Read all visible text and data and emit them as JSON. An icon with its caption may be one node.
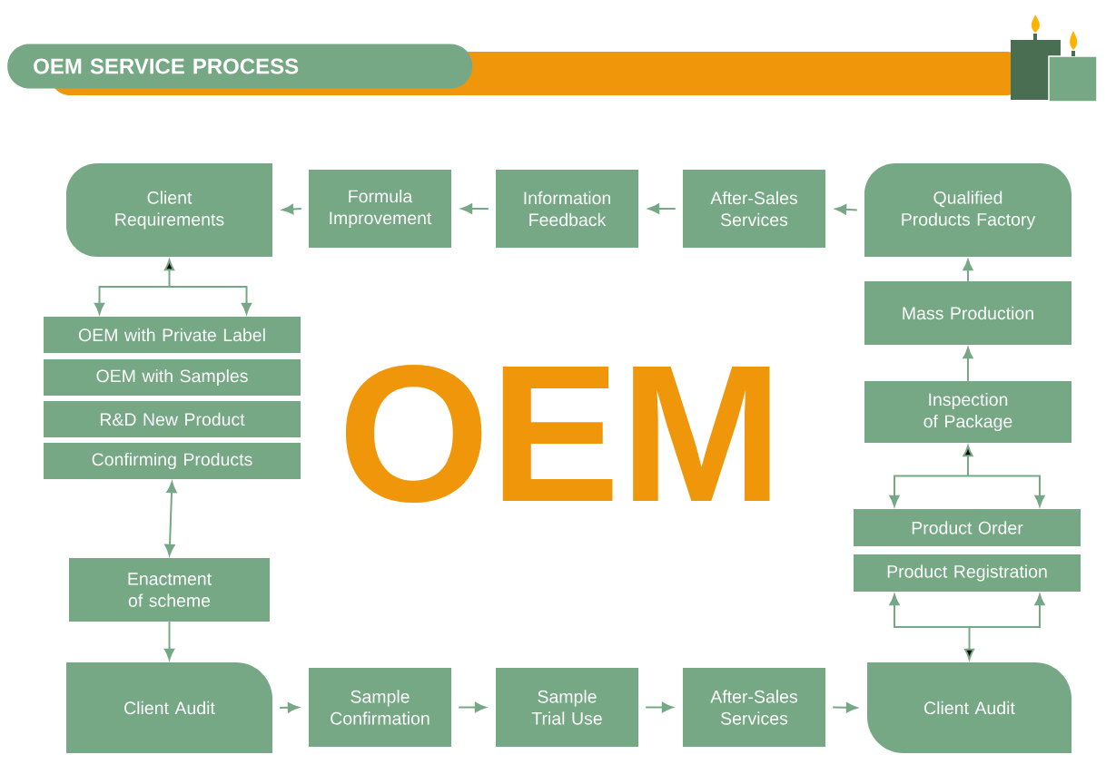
{
  "diagram": {
    "title": "OEM SERVICE PROCESS",
    "nodes": [
      {
        "text": [
          "Client Requirements"
        ]
      },
      {
        "text": [
          "Formula Improvement"
        ]
      },
      {
        "text": [
          "Information Feedback"
        ]
      },
      {
        "text": [
          "After-Sales Services"
        ]
      },
      {
        "text": [
          "Qualified Products Factory"
        ]
      },
      {
        "text": [
          "OEM with Private Label"
        ]
      },
      {
        "text": [
          "OEM with Samples"
        ]
      },
      {
        "text": [
          "R&D New Product"
        ]
      },
      {
        "text": [
          "Confirming Products"
        ]
      },
      {
        "text": [
          "Mass Production"
        ]
      },
      {
        "text": [
          "Inspection of Package"
        ]
      },
      {
        "text": [
          "Product Order"
        ]
      },
      {
        "text": [
          "Product Registration"
        ]
      },
      {
        "text": [
          "Enactment of scheme"
        ]
      },
      {
        "text": [
          "Client Audit"
        ]
      },
      {
        "text": [
          "Sample Confirmation"
        ]
      },
      {
        "text": [
          "Sample Trial Use"
        ]
      },
      {
        "text": [
          "After-Sales Services"
        ]
      },
      {
        "text": [
          "Client Audit"
        ]
      }
    ],
    "edges": [
      {
        "from": 4,
        "to": 3,
        "arrow": "to"
      },
      {
        "from": 3,
        "to": 2,
        "arrow": "to"
      },
      {
        "from": 2,
        "to": 1,
        "arrow": "to"
      },
      {
        "from": 1,
        "to": 0,
        "arrow": "to"
      },
      {
        "from": 0,
        "to": 5,
        "arrow": "both"
      },
      {
        "from": 8,
        "to": 13,
        "arrow": "both"
      },
      {
        "from": 13,
        "to": 14,
        "arrow": "to"
      },
      {
        "from": 14,
        "to": 15,
        "arrow": "to"
      },
      {
        "from": 15,
        "to": 16,
        "arrow": "to"
      },
      {
        "from": 16,
        "to": 17,
        "arrow": "to"
      },
      {
        "from": 17,
        "to": 18,
        "arrow": "to"
      },
      {
        "from": 18,
        "to": 12,
        "arrow": "both"
      },
      {
        "from": 11,
        "to": 10,
        "arrow": "both"
      },
      {
        "from": 10,
        "to": 9,
        "arrow": "to"
      },
      {
        "from": 9,
        "to": 4,
        "arrow": "to"
      }
    ],
    "labels": [
      "OEM"
    ]
  }
}
